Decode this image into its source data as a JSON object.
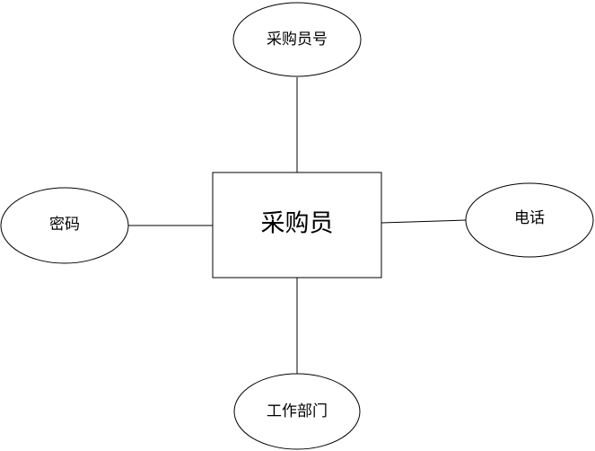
{
  "diagram": {
    "type": "er-diagram",
    "entity": {
      "label": "采购员"
    },
    "attributes": {
      "top": {
        "label": "采购员号"
      },
      "left": {
        "label": "密码"
      },
      "right": {
        "label": "电话"
      },
      "bottom": {
        "label": "工作部门"
      }
    }
  }
}
